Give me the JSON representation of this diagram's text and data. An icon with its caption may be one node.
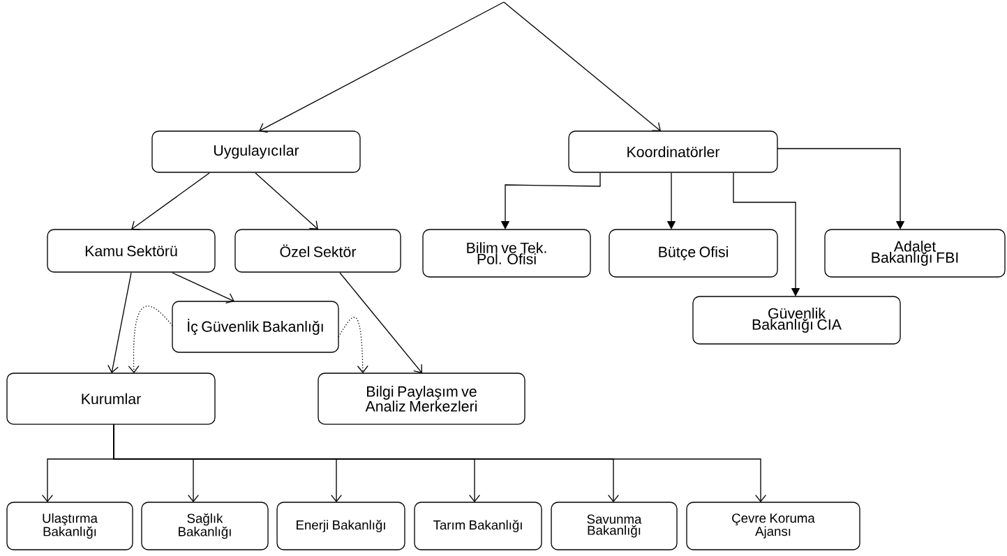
{
  "diagram": {
    "nodes": [
      {
        "text": [
          "Uygulayıcılar"
        ]
      },
      {
        "text": [
          "Koordinatörler"
        ]
      },
      {
        "text": [
          "Kamu Sektörü"
        ]
      },
      {
        "text": [
          "Özel Sektör"
        ]
      },
      {
        "text": [
          "Bilim ve Tek. Pol. Ofisi"
        ]
      },
      {
        "text": [
          "Bütçe Ofisi"
        ]
      },
      {
        "text": [
          "Adalet Bakanlığı FBI"
        ]
      },
      {
        "text": [
          "İç Güvenlik Bakanlığı"
        ]
      },
      {
        "text": [
          "Güvenlik Bakanlığı CIA"
        ]
      },
      {
        "text": [
          "Kurumlar"
        ]
      },
      {
        "text": [
          "Bilgi Paylaşım ve Analiz Merkezleri"
        ]
      },
      {
        "text": [
          "Ulaştırma Bakanlığı"
        ]
      },
      {
        "text": [
          "Sağlık Bakanlığı"
        ]
      },
      {
        "text": [
          "Enerji Bakanlığı"
        ]
      },
      {
        "text": [
          "Tarım Bakanlığı"
        ]
      },
      {
        "text": [
          "Savunma Bakanlığı"
        ]
      },
      {
        "text": [
          "Çevre Koruma Ajansı"
        ]
      }
    ],
    "edges": [
      {
        "from": null,
        "to": 0,
        "arrow": "to"
      },
      {
        "from": null,
        "to": 1,
        "arrow": "to"
      },
      {
        "from": 0,
        "to": 2,
        "arrow": "to"
      },
      {
        "from": 0,
        "to": 3,
        "arrow": "to"
      },
      {
        "from": 2,
        "to": 7,
        "arrow": "to"
      },
      {
        "from": 2,
        "to": 9,
        "arrow": "to"
      },
      {
        "from": 3,
        "to": 10,
        "arrow": "to"
      },
      {
        "from": 7,
        "to": 9,
        "arrow": "to",
        "style": "dashed"
      },
      {
        "from": 7,
        "to": 10,
        "arrow": "to",
        "style": "dashed"
      },
      {
        "from": 1,
        "to": 4,
        "arrow": "to"
      },
      {
        "from": 1,
        "to": 5,
        "arrow": "to"
      },
      {
        "from": 1,
        "to": 8,
        "arrow": "to"
      },
      {
        "from": 1,
        "to": 6,
        "arrow": "to"
      },
      {
        "from": 9,
        "to": 11,
        "arrow": "to"
      },
      {
        "from": 9,
        "to": 12,
        "arrow": "to"
      },
      {
        "from": 9,
        "to": 13,
        "arrow": "to"
      },
      {
        "from": 9,
        "to": 14,
        "arrow": "to"
      },
      {
        "from": 9,
        "to": 15,
        "arrow": "to"
      },
      {
        "from": 9,
        "to": 16,
        "arrow": "to"
      }
    ]
  }
}
